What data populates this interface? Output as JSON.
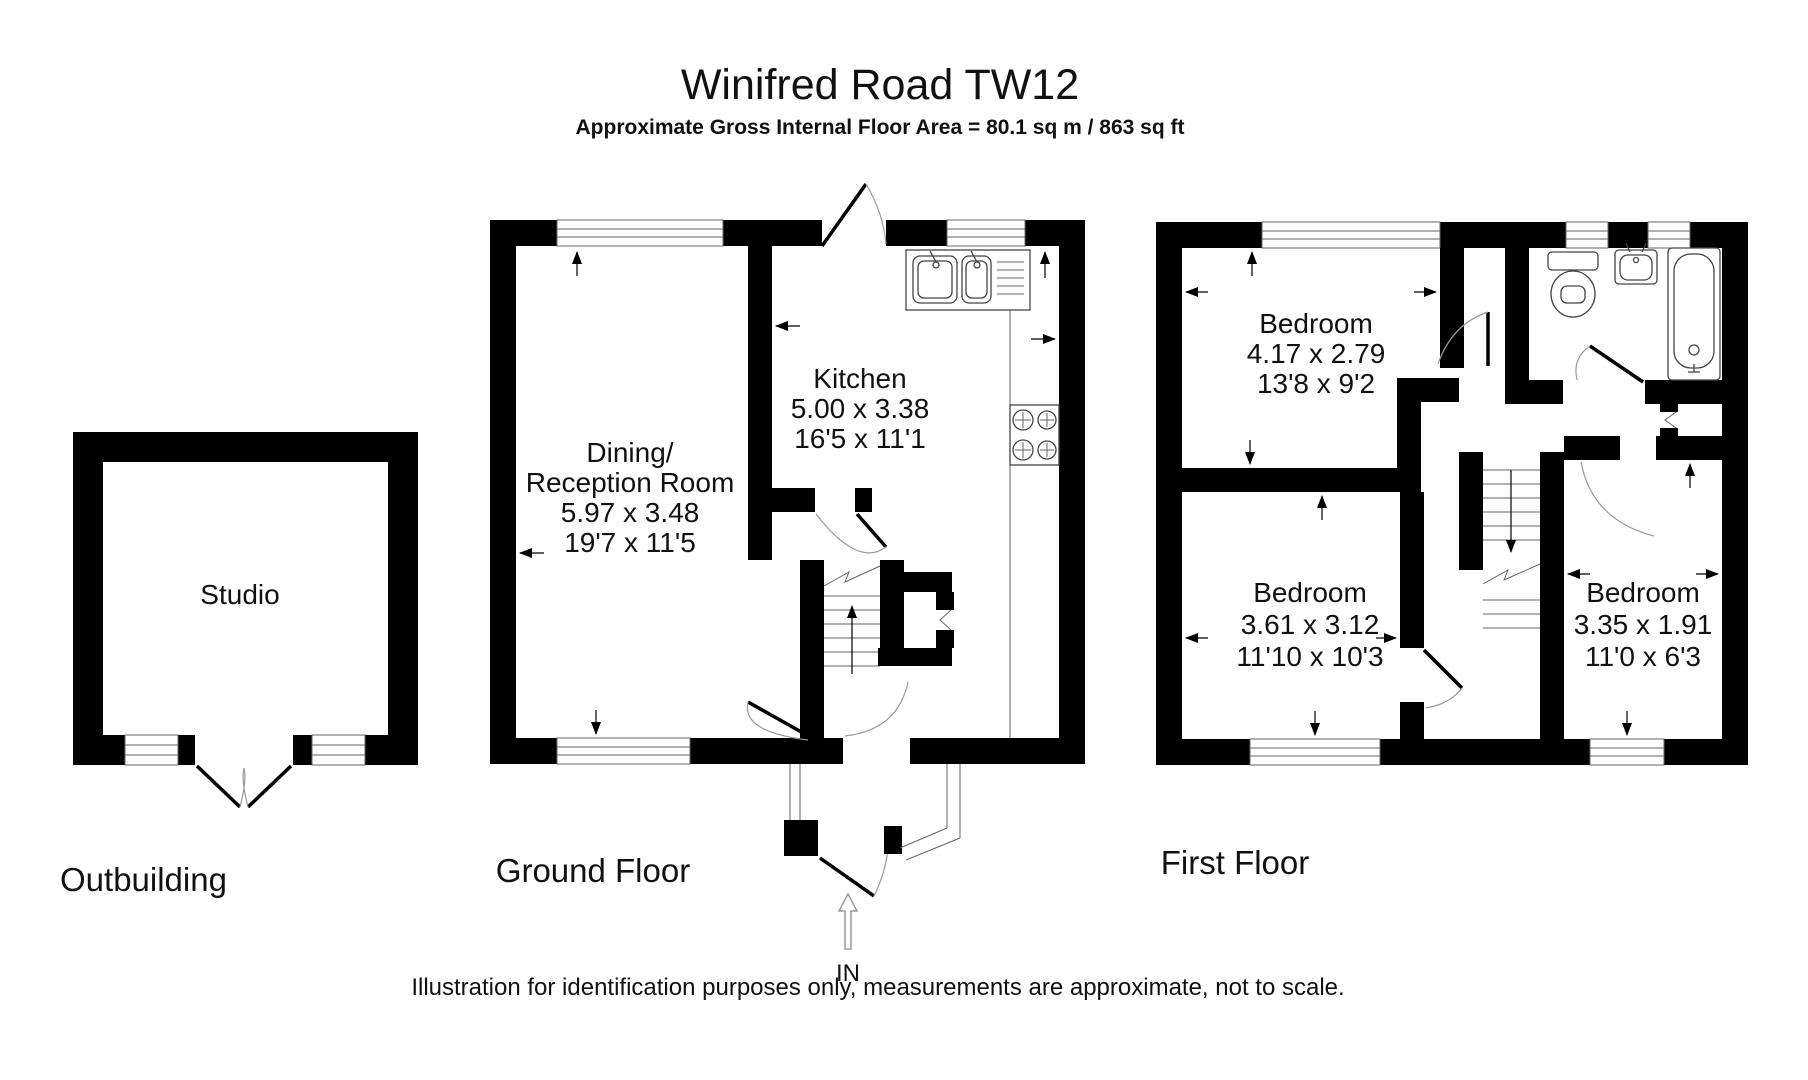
{
  "header": {
    "title": "Winifred Road TW12",
    "subtitle": "Approximate Gross Internal Floor Area  = 80.1 sq m  / 863 sq ft"
  },
  "footer": {
    "disclaimer": "Illustration for identification purposes only, measurements are approximate, not to scale."
  },
  "colors": {
    "wall": "#000000",
    "door_swing": "#9a9a9a",
    "window_line": "#666666"
  },
  "floors": {
    "outbuilding": {
      "label": "Outbuilding",
      "rooms": {
        "studio": {
          "name": "Studio"
        }
      }
    },
    "ground": {
      "label": "Ground Floor",
      "entrance_label": "IN",
      "rooms": {
        "dining": {
          "name_line1": "Dining/",
          "name_line2": "Reception Room",
          "dim_metric": "5.97 x 3.48",
          "dim_imperial": "19'7 x 11'5"
        },
        "kitchen": {
          "name": "Kitchen",
          "dim_metric": "5.00 x 3.38",
          "dim_imperial": "16'5 x 11'1"
        }
      }
    },
    "first": {
      "label": "First Floor",
      "rooms": {
        "bedroom_front": {
          "name": "Bedroom",
          "dim_metric": "4.17 x 2.79",
          "dim_imperial": "13'8 x 9'2"
        },
        "bedroom_rear": {
          "name": "Bedroom",
          "dim_metric": "3.61 x 3.12",
          "dim_imperial": "11'10 x 10'3"
        },
        "bedroom_small": {
          "name": "Bedroom",
          "dim_metric": "3.35 x 1.91",
          "dim_imperial": "11'0 x 6'3"
        }
      }
    }
  }
}
